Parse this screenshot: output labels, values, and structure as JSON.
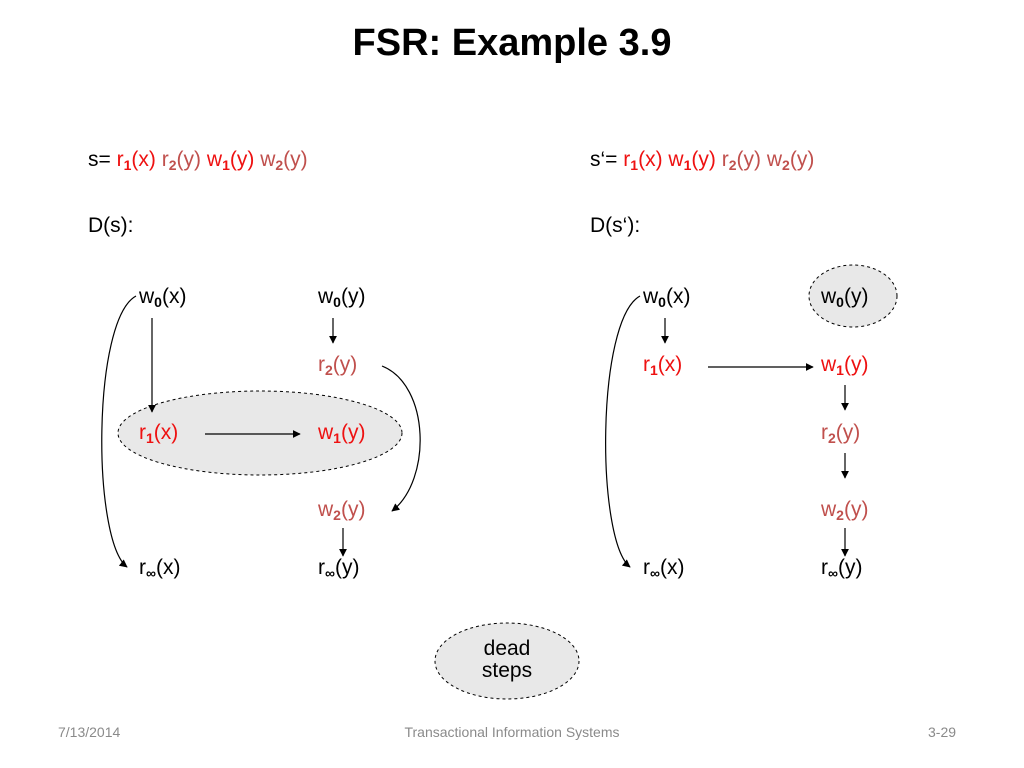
{
  "title": "FSR: Example 3.9",
  "colors": {
    "t1": "#ee1111",
    "t2": "#c0504d",
    "ellipse_fill": "#e8e8e8",
    "footer": "#8a8a8a"
  },
  "left": {
    "schedule_prefix": "s=",
    "schedule": [
      {
        "op": "r",
        "sub": "1",
        "item": "(x)",
        "color": "t1"
      },
      {
        "op": "r",
        "sub": "2",
        "item": "(y)",
        "color": "t2"
      },
      {
        "op": "w",
        "sub": "1",
        "item": "(y)",
        "color": "t1"
      },
      {
        "op": "w",
        "sub": "2",
        "item": "(y)",
        "color": "t2"
      }
    ],
    "graph_label": "D(s):",
    "nodes": {
      "w0x": {
        "op": "w",
        "sub": "0",
        "item": "(x)",
        "color": "cb"
      },
      "w0y": {
        "op": "w",
        "sub": "0",
        "item": "(y)",
        "color": "cb"
      },
      "r2y": {
        "op": "r",
        "sub": "2",
        "item": "(y)",
        "color": "t2"
      },
      "r1x": {
        "op": "r",
        "sub": "1",
        "item": "(x)",
        "color": "t1"
      },
      "w1y": {
        "op": "w",
        "sub": "1",
        "item": "(y)",
        "color": "t1"
      },
      "w2y": {
        "op": "w",
        "sub": "2",
        "item": "(y)",
        "color": "t2"
      },
      "rix": {
        "op": "r",
        "sub": "∞",
        "item": "(x)",
        "color": "cb"
      },
      "riy": {
        "op": "r",
        "sub": "∞",
        "item": "(y)",
        "color": "cb"
      }
    }
  },
  "right": {
    "schedule_prefix": "s‘=",
    "schedule": [
      {
        "op": "r",
        "sub": "1",
        "item": "(x)",
        "color": "t1"
      },
      {
        "op": "w",
        "sub": "1",
        "item": "(y)",
        "color": "t1"
      },
      {
        "op": "r",
        "sub": "2",
        "item": "(y)",
        "color": "t2"
      },
      {
        "op": "w",
        "sub": "2",
        "item": "(y)",
        "color": "t2"
      }
    ],
    "graph_label": "D(s‘):",
    "nodes": {
      "w0x": {
        "op": "w",
        "sub": "0",
        "item": "(x)",
        "color": "cb"
      },
      "w0y": {
        "op": "w",
        "sub": "0",
        "item": "(y)",
        "color": "cb"
      },
      "r1x": {
        "op": "r",
        "sub": "1",
        "item": "(x)",
        "color": "t1"
      },
      "w1y": {
        "op": "w",
        "sub": "1",
        "item": "(y)",
        "color": "t1"
      },
      "r2y": {
        "op": "r",
        "sub": "2",
        "item": "(y)",
        "color": "t2"
      },
      "w2y": {
        "op": "w",
        "sub": "2",
        "item": "(y)",
        "color": "t2"
      },
      "rix": {
        "op": "r",
        "sub": "∞",
        "item": "(x)",
        "color": "cb"
      },
      "riy": {
        "op": "r",
        "sub": "∞",
        "item": "(y)",
        "color": "cb"
      }
    }
  },
  "legend": {
    "line1": "dead",
    "line2": "steps"
  },
  "footer": {
    "date": "7/13/2014",
    "center": "Transactional Information Systems",
    "page": "3-29"
  }
}
